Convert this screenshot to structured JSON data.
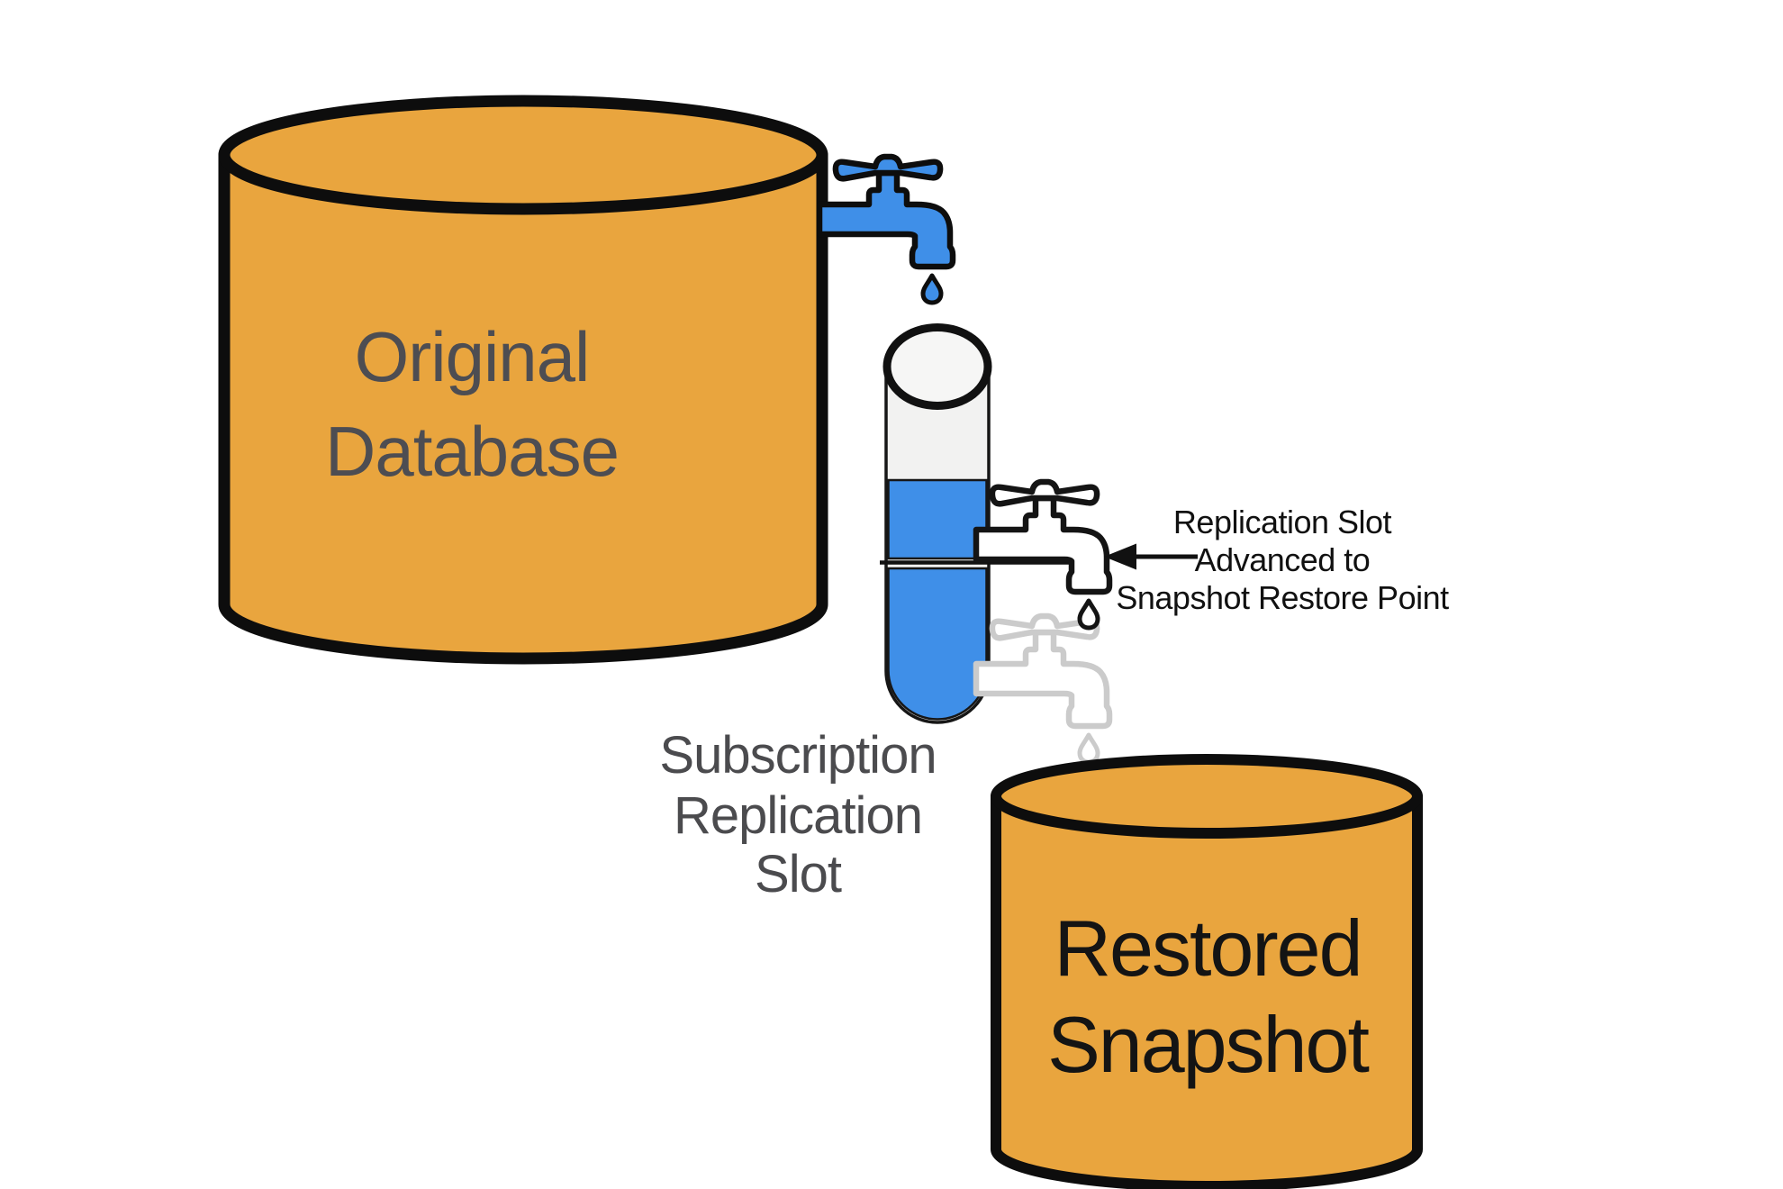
{
  "diagram": {
    "background": "#ffffff",
    "colors": {
      "cylinder_orange": "#E9A53E",
      "water_blue": "#3F8FE8",
      "outline_black": "#0D0D0D",
      "faded_gray": "#CBCBCB",
      "tube_empty_gray": "#F2F2F1",
      "db_label_gray": "#4D4D52"
    },
    "original_database": {
      "lines": [
        "Original",
        "Database"
      ]
    },
    "source_faucet": {
      "icon": "faucet-icon",
      "state": "blue-flowing"
    },
    "replication_tube": {
      "name": "subscription-replication-slot-tube",
      "fill_state": "partially-filled"
    },
    "subscription_slot_label": {
      "lines": [
        "Subscription",
        "Replication",
        "Slot"
      ]
    },
    "snapshot_faucet": {
      "icon": "faucet-icon",
      "state": "outline-dripping"
    },
    "faded_faucet": {
      "icon": "faucet-icon",
      "state": "faded-previous-position"
    },
    "annotation": {
      "lines": [
        "Replication Slot",
        "Advanced to",
        "Snapshot Restore Point"
      ]
    },
    "restored_snapshot": {
      "lines": [
        "Restored",
        "Snapshot"
      ]
    }
  }
}
